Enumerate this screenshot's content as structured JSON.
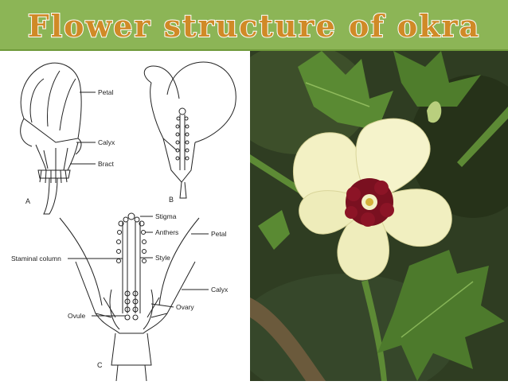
{
  "slide": {
    "title": "Flower structure of okra",
    "colors": {
      "title_bar": "#8cb556",
      "title_fill": "#d08a27",
      "title_outline": "#ffffff"
    }
  },
  "diagram": {
    "panel_a": {
      "letter": "A",
      "labels": {
        "petal": "Petal",
        "calyx": "Calyx",
        "bract": "Bract"
      }
    },
    "panel_b": {
      "letter": "B"
    },
    "panel_c": {
      "letter": "C",
      "labels": {
        "stigma": "Stigma",
        "anthers": "Anthers",
        "petal": "Petal",
        "staminal_column": "Staminal column",
        "style": "Style",
        "calyx": "Calyx",
        "ovary": "Ovary",
        "ovule": "Ovule"
      }
    }
  },
  "photo": {
    "subject": "okra-flower",
    "colors": {
      "petal": "#f3f1c4",
      "center": "#7a1020",
      "leaf": "#4f7a2e",
      "background": "#2f3d22"
    }
  }
}
